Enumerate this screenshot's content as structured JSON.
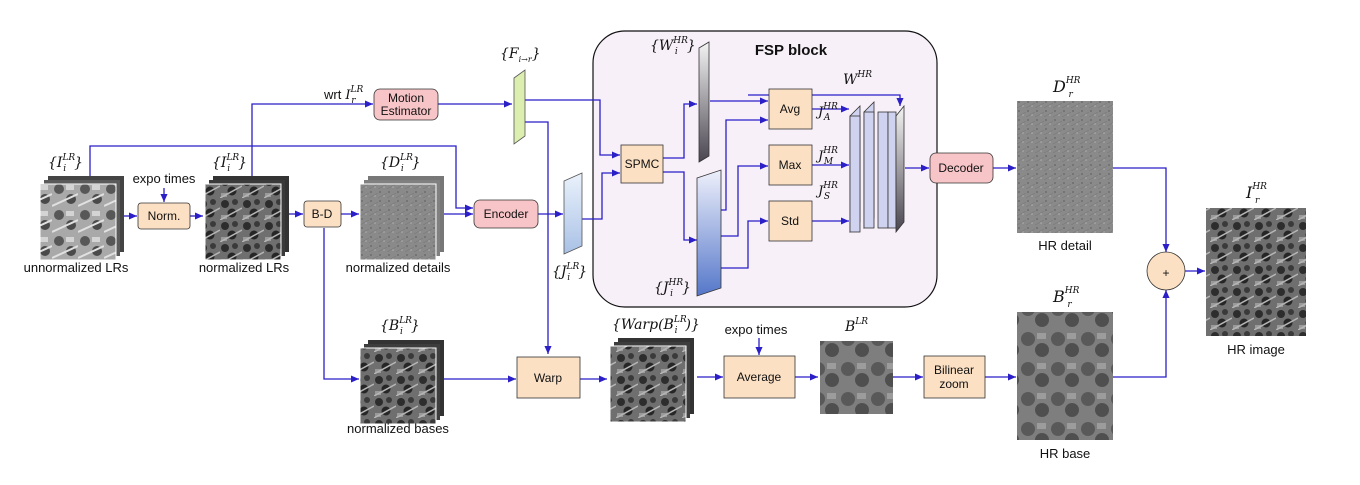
{
  "colors": {
    "wire": "#2b1fc7",
    "op_box": "#fbe0c4",
    "net_box": "#f7c4c7",
    "fsp_bg": "#f7f0f8",
    "flow_feature": "#dcefb0",
    "feature_blue": "#c5d6ee",
    "feature_stack": "#cfd3ef"
  },
  "title": "FSP block",
  "images": {
    "unnormalized_lrs": "unnormalized LRs",
    "normalized_lrs": "normalized LRs",
    "normalized_details": "normalized details",
    "normalized_bases": "normalized bases",
    "hr_detail": "HR detail",
    "hr_base": "HR base",
    "hr_image": "HR image"
  },
  "boxes": {
    "norm": "Norm.",
    "bd": "B-D",
    "motion_estimator_line1": "Motion",
    "motion_estimator_line2": "Estimator",
    "encoder": "Encoder",
    "spmc": "SPMC",
    "avg": "Avg",
    "max": "Max",
    "std": "Std",
    "decoder": "Decoder",
    "warp": "Warp",
    "average": "Average",
    "bilinear_line1": "Bilinear",
    "bilinear_line2": "zoom",
    "plus": "+"
  },
  "text": {
    "expo_times_1": "expo times",
    "expo_times_2": "expo times",
    "wrt": "wrt"
  },
  "math": {
    "I_i_LR_input": "{I",
    "I_i_LR_norm": "{I",
    "D_i_LR": "{D",
    "B_i_LR": "{B",
    "F_flow": "{F",
    "J_i_LR": "{J",
    "W_i_HR": "{W",
    "J_i_HR": "{J",
    "W_HR": "W",
    "J_A": "J",
    "J_M": "J",
    "J_S": "J",
    "warp_B": "{Warp(B",
    "B_LR": "B",
    "D_r_HR": "D",
    "B_r_HR": "B",
    "I_r_HR": "I",
    "I_r_LR": "I"
  }
}
